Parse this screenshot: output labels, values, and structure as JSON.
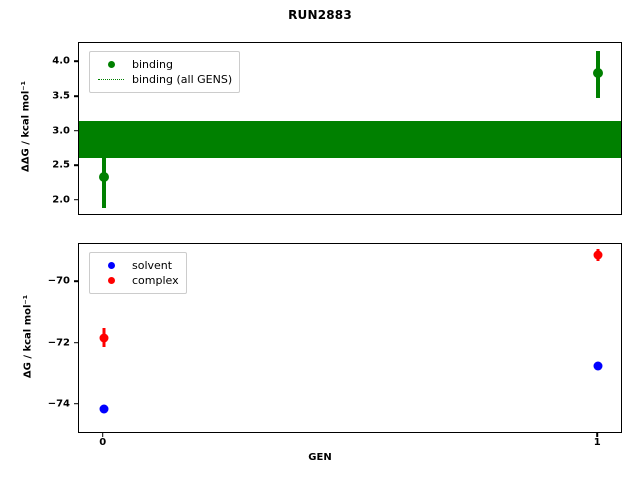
{
  "figure": {
    "title": "RUN2883",
    "background": "#ffffff"
  },
  "colors": {
    "binding": "#008000",
    "solvent": "#0000ff",
    "complex": "#ff0000",
    "axis": "#000000"
  },
  "xaxis": {
    "label": "GEN",
    "ticks": [
      "0",
      "1"
    ],
    "tick_values": [
      0,
      1
    ],
    "lim": [
      -0.05,
      1.05
    ]
  },
  "panels": {
    "top": {
      "ylabel": "ΔΔG / kcal mol⁻¹",
      "yticks": [
        "2.0",
        "2.5",
        "3.0",
        "3.5",
        "4.0"
      ],
      "ytick_values": [
        2.0,
        2.5,
        3.0,
        3.5,
        4.0
      ],
      "ylim": [
        1.78,
        4.28
      ],
      "legend": [
        {
          "label": "binding",
          "key": "marker",
          "color": "#008000"
        },
        {
          "label": "binding (all GENS)",
          "key": "dotted-line",
          "color": "#008000"
        }
      ]
    },
    "bottom": {
      "ylabel": "ΔG / kcal mol⁻¹",
      "yticks": [
        "−70",
        "−72",
        "−74"
      ],
      "ytick_values": [
        -70,
        -72,
        -74
      ],
      "ylim": [
        -74.95,
        -68.75
      ],
      "legend": [
        {
          "label": "solvent",
          "key": "marker",
          "color": "#0000ff"
        },
        {
          "label": "complex",
          "key": "marker",
          "color": "#ff0000"
        }
      ]
    }
  },
  "chart_data": [
    {
      "type": "scatter",
      "panel": "top",
      "title": "RUN2883",
      "xlabel": "GEN",
      "ylabel": "ΔΔG / kcal mol⁻¹",
      "x": [
        0,
        1
      ],
      "xlim": [
        -0.05,
        1.05
      ],
      "ylim": [
        1.78,
        4.28
      ],
      "grid": false,
      "legend_position": "upper left",
      "series": [
        {
          "name": "binding",
          "color": "#008000",
          "marker": "o",
          "values": [
            2.35,
            3.84
          ],
          "yerr_low": [
            0.45,
            0.35
          ],
          "yerr_high": [
            0.75,
            0.33
          ]
        },
        {
          "name": "binding (all GENS)",
          "color": "#008000",
          "style": "dotted-line-with-band",
          "mean": 2.88,
          "band_low": 2.62,
          "band_high": 3.15
        }
      ]
    },
    {
      "type": "scatter",
      "panel": "bottom",
      "xlabel": "GEN",
      "ylabel": "ΔG / kcal mol⁻¹",
      "x": [
        0,
        1
      ],
      "xlim": [
        -0.05,
        1.05
      ],
      "ylim": [
        -74.95,
        -68.75
      ],
      "grid": false,
      "legend_position": "upper left",
      "series": [
        {
          "name": "solvent",
          "color": "#0000ff",
          "marker": "o",
          "values": [
            -74.13,
            -72.72
          ],
          "yerr_low": [
            0.04,
            0.06
          ],
          "yerr_high": [
            0.04,
            0.06
          ]
        },
        {
          "name": "complex",
          "color": "#ff0000",
          "marker": "o",
          "values": [
            -71.82,
            -69.12
          ],
          "yerr_low": [
            0.3,
            0.18
          ],
          "yerr_high": [
            0.32,
            0.2
          ]
        }
      ]
    }
  ]
}
